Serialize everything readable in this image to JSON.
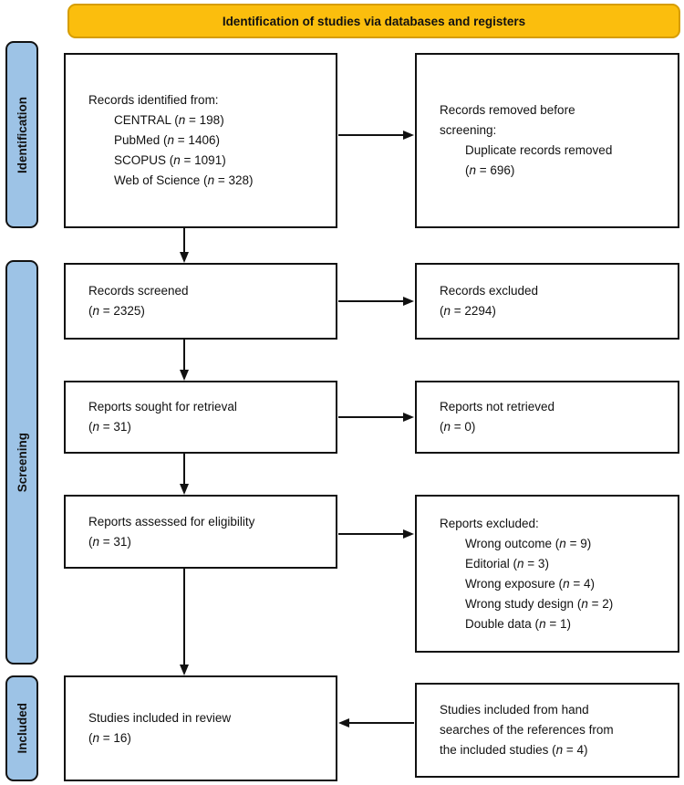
{
  "banner": {
    "label": "Identification of studies via databases and registers"
  },
  "colors": {
    "banner_fill": "#FBBE0D",
    "banner_border": "#D69D00",
    "stage_fill": "#9DC3E6",
    "stage_border": "#111111",
    "box_border": "#111111",
    "arrow": "#111111",
    "text": "#111111"
  },
  "stages": {
    "identification": "Identification",
    "screening": "Screening",
    "included": "Included"
  },
  "boxes": {
    "records_identified": {
      "lines": [
        "Records identified from:"
      ],
      "items": [
        "CENTRAL (n = 198)",
        "PubMed (n = 1406)",
        "SCOPUS (n = 1091)",
        "Web of Science (n = 328)"
      ]
    },
    "records_removed": {
      "lines": [
        "Records removed before",
        "screening:"
      ],
      "items": [
        "Duplicate records removed",
        "(n = 696)"
      ]
    },
    "records_screened": {
      "lines": [
        "Records screened",
        "(n = 2325)"
      ]
    },
    "records_excluded": {
      "lines": [
        "Records excluded",
        "(n = 2294)"
      ]
    },
    "reports_sought": {
      "lines": [
        "Reports sought for retrieval",
        "(n = 31)"
      ]
    },
    "reports_not_retrieved": {
      "lines": [
        "Reports not retrieved",
        "(n = 0)"
      ]
    },
    "reports_assessed": {
      "lines": [
        "Reports assessed for eligibility",
        "(n = 31)"
      ]
    },
    "reports_excluded": {
      "lines": [
        "Reports excluded:"
      ],
      "items": [
        "Wrong outcome (n = 9)",
        "Editorial (n = 3)",
        "Wrong exposure (n = 4)",
        "Wrong study design (n = 2)",
        "Double data (n = 1)"
      ]
    },
    "studies_included": {
      "lines": [
        "Studies included in review",
        "(n = 16)"
      ]
    },
    "hand_searches": {
      "lines": [
        "Studies included from hand",
        "searches of the references from",
        "the included studies (n = 4)"
      ]
    }
  }
}
